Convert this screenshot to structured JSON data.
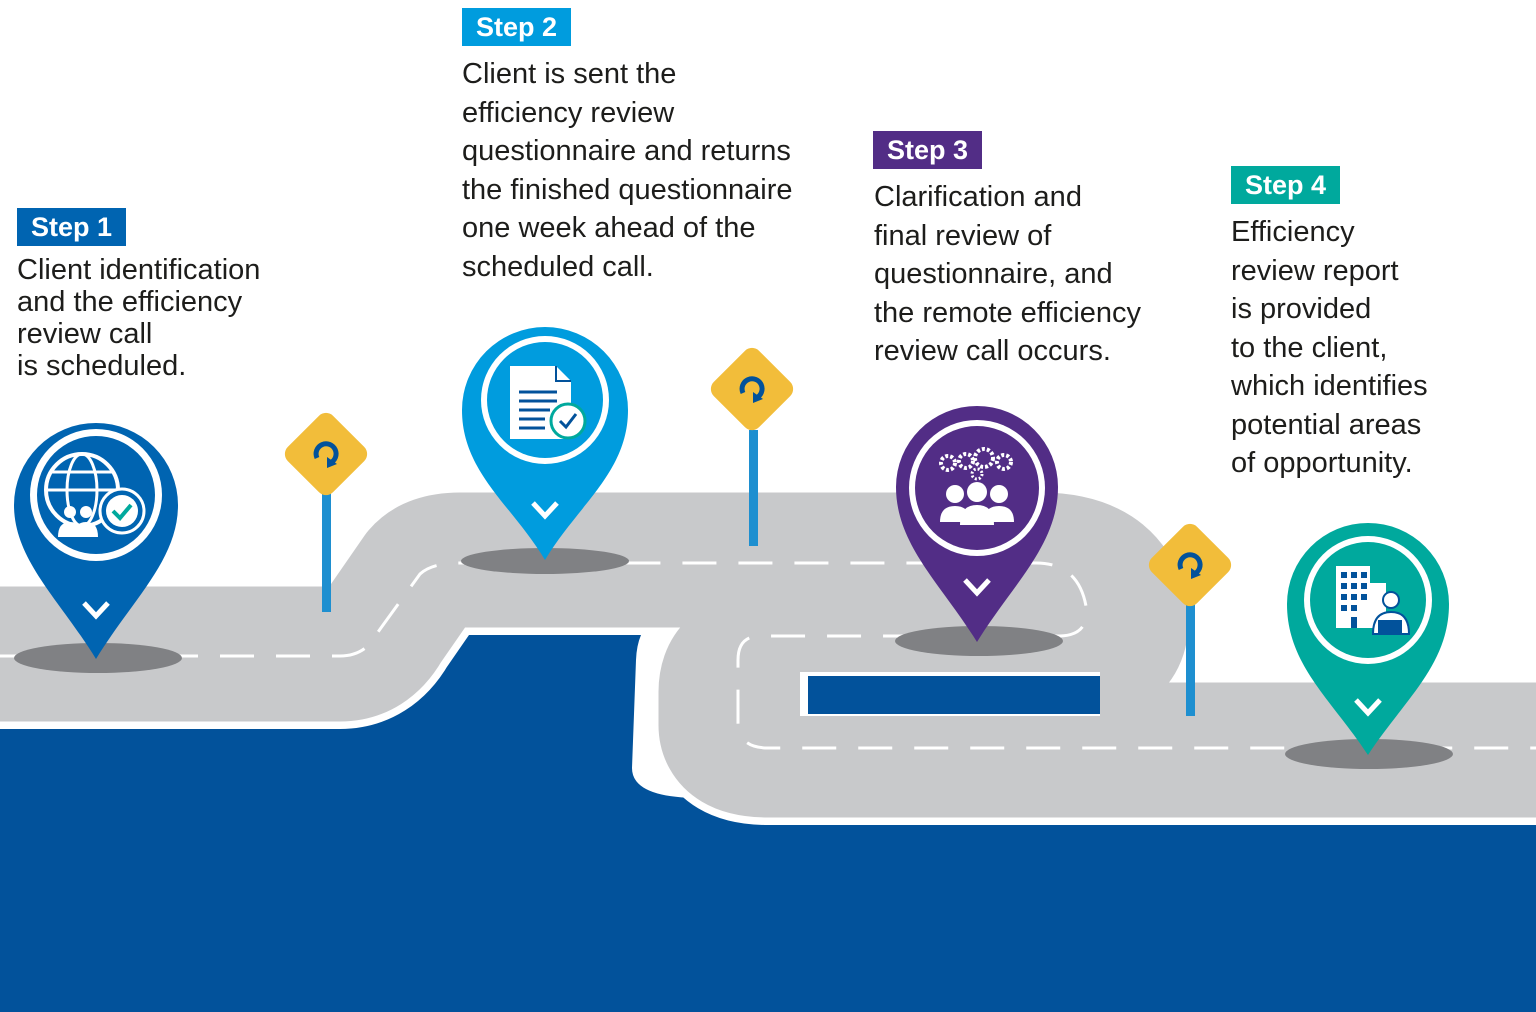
{
  "colors": {
    "ground": "#02529b",
    "road": "#c8c9cb",
    "road_edge": "#ffffff",
    "road_dash": "#ffffff",
    "sign": "#f2bd3a",
    "sign_pole": "#1e8fd0",
    "pin_shadow": "#808184",
    "text": "#1d1d1b"
  },
  "steps": [
    {
      "badge": "Step 1",
      "color": "#0064b1",
      "icon": "globe-team-check-icon",
      "lines": [
        "Client identification",
        "and the efficiency",
        "review call",
        "is scheduled."
      ]
    },
    {
      "badge": "Step 2",
      "color": "#009cde",
      "icon": "document-check-icon",
      "lines": [
        "Client is sent the",
        "efficiency review",
        "questionnaire and returns",
        "the finished questionnaire",
        "one week ahead of the",
        "scheduled call."
      ]
    },
    {
      "badge": "Step 3",
      "color": "#522d86",
      "icon": "team-gears-icon",
      "lines": [
        "Clarification and",
        "final review of",
        "questionnaire, and",
        "the remote efficiency",
        "review call occurs."
      ]
    },
    {
      "badge": "Step 4",
      "color": "#00a99d",
      "icon": "office-building-worker-icon",
      "lines": [
        "Efficiency",
        "review report",
        "is provided",
        "to the client,",
        "which identifies",
        "potential areas",
        "of opportunity."
      ]
    }
  ],
  "road_signs": [
    {
      "icon": "refresh-icon"
    },
    {
      "icon": "refresh-icon"
    },
    {
      "icon": "refresh-icon"
    }
  ]
}
